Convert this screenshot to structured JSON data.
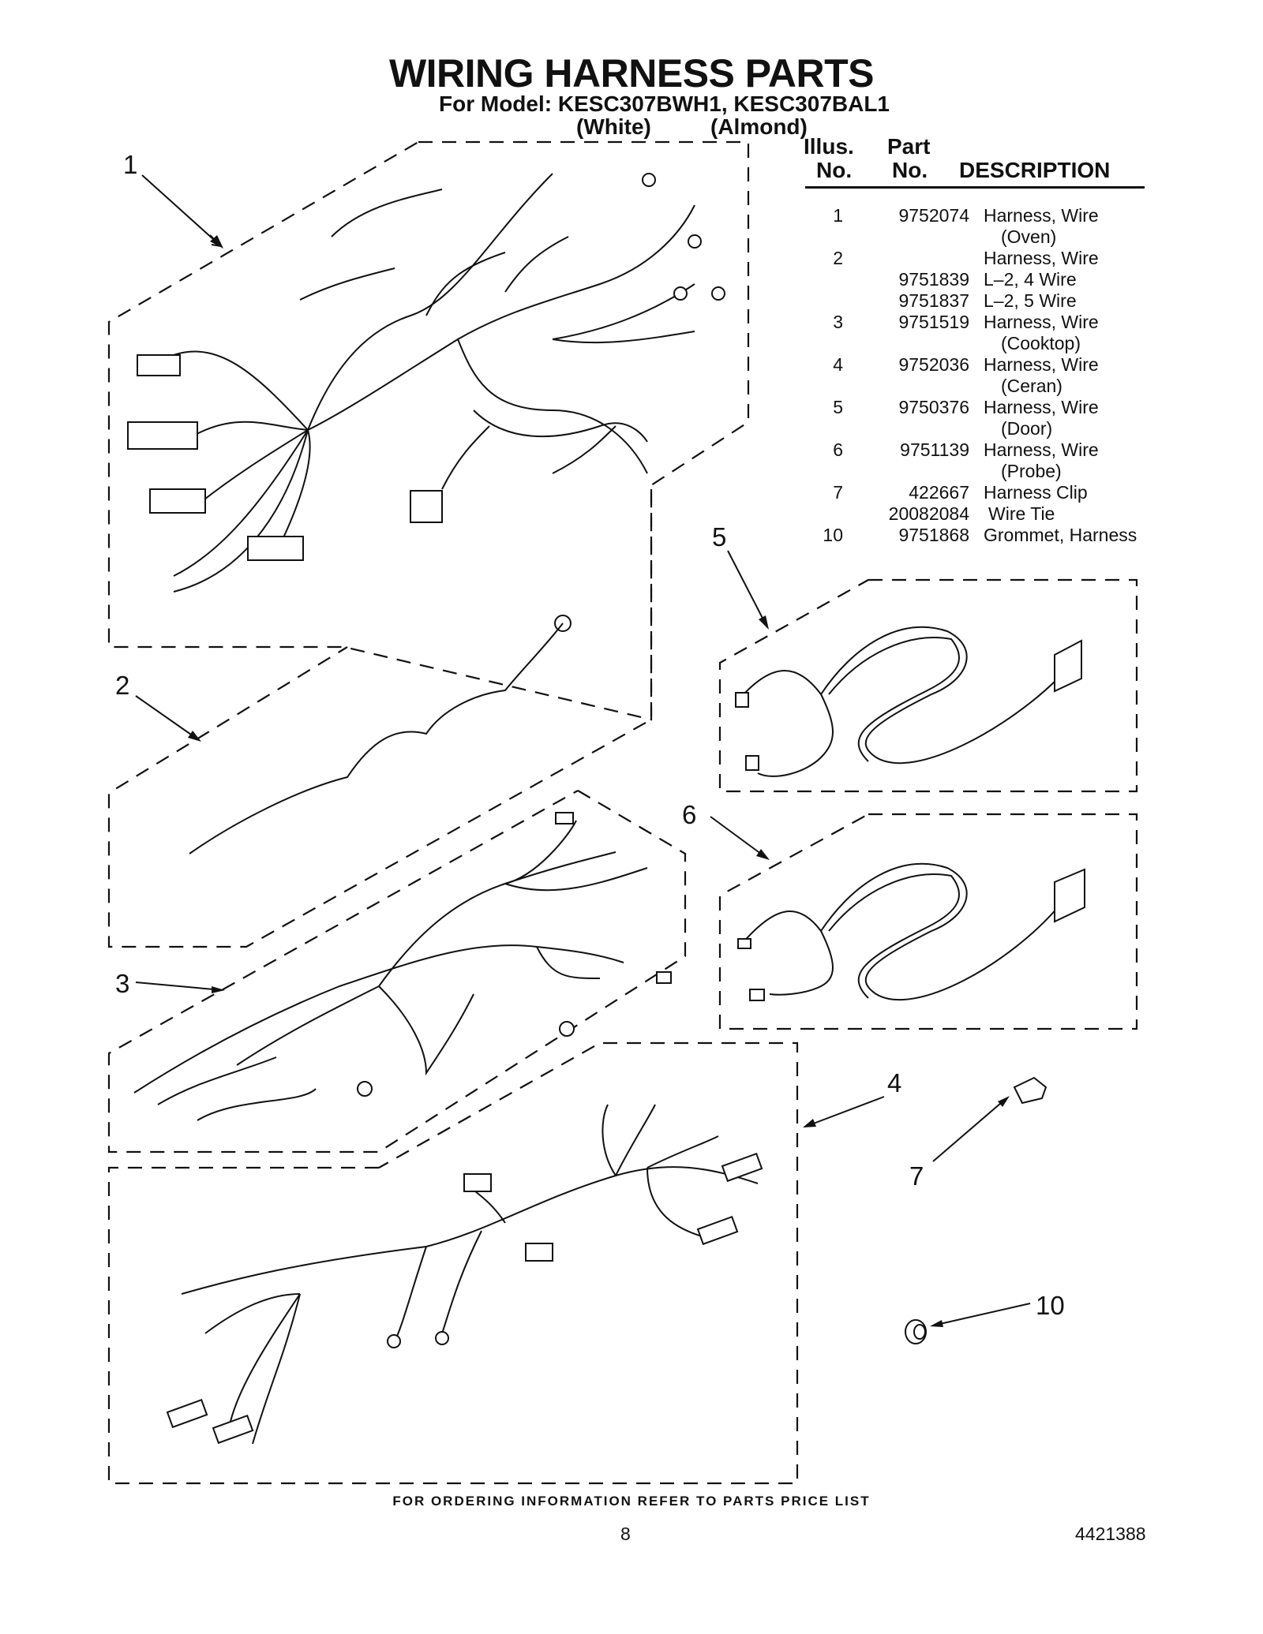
{
  "header": {
    "title": "WIRING HARNESS PARTS",
    "model_line": "For Model: KESC307BWH1, KESC307BAL1",
    "color_white": "(White)",
    "color_almond": "(Almond)"
  },
  "table": {
    "headers": {
      "illus_line1": "Illus.",
      "illus_line2": "No.",
      "part_line1": "Part",
      "part_line2": "No.",
      "description": "DESCRIPTION"
    },
    "rows": [
      {
        "no": "1",
        "part": "9752074",
        "desc": "Harness, Wire"
      },
      {
        "no": "",
        "part": "",
        "desc": "(Oven)"
      },
      {
        "no": "2",
        "part": "",
        "desc": "Harness, Wire"
      },
      {
        "no": "",
        "part": "9751839",
        "desc": "L–2, 4 Wire"
      },
      {
        "no": "",
        "part": "9751837",
        "desc": "L–2, 5 Wire"
      },
      {
        "no": "3",
        "part": "9751519",
        "desc": "Harness, Wire"
      },
      {
        "no": "",
        "part": "",
        "desc": "(Cooktop)"
      },
      {
        "no": "4",
        "part": "9752036",
        "desc": "Harness, Wire"
      },
      {
        "no": "",
        "part": "",
        "desc": "(Ceran)"
      },
      {
        "no": "5",
        "part": "9750376",
        "desc": "Harness, Wire"
      },
      {
        "no": "",
        "part": "",
        "desc": "(Door)"
      },
      {
        "no": "6",
        "part": "9751139",
        "desc": "Harness, Wire"
      },
      {
        "no": "",
        "part": "",
        "desc": "(Probe)"
      },
      {
        "no": "7",
        "part": "422667",
        "desc": "Harness Clip"
      },
      {
        "no": "",
        "part": "20082084",
        "desc": "Wire Tie"
      },
      {
        "no": "10",
        "part": "9751868",
        "desc": "Grommet, Harness"
      }
    ]
  },
  "callouts": [
    "1",
    "2",
    "3",
    "4",
    "5",
    "6",
    "7",
    "10"
  ],
  "footer": {
    "ordering_note": "FOR ORDERING INFORMATION REFER TO PARTS PRICE LIST",
    "page_number": "8",
    "document_number": "4421388"
  }
}
